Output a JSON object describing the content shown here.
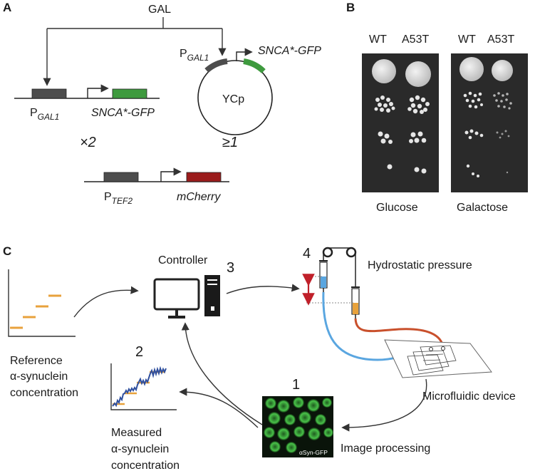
{
  "panel_a": {
    "letter": "A",
    "gal": "GAL",
    "promoter": "P",
    "promoter_sub": "GAL1",
    "gene": "SNCA*-GFP",
    "copies_integrated": "×2",
    "plasmid": "YCp",
    "plasmid_promoter": "P",
    "plasmid_promoter_sub": "GAL1",
    "plasmid_gene": "SNCA*-GFP",
    "copies_plasmid": "≥1",
    "ref_promoter": "P",
    "ref_promoter_sub": "TEF2",
    "ref_gene": "mCherry"
  },
  "panel_b": {
    "letter": "B",
    "glucose": {
      "col1": "WT",
      "col2": "A53T",
      "label": "Glucose"
    },
    "galactose": {
      "col1": "WT",
      "col2": "A53T",
      "label": "Galactose"
    }
  },
  "panel_c": {
    "letter": "C",
    "controller": "Controller",
    "step1": "1",
    "step2": "2",
    "step3": "3",
    "step4": "4",
    "hydrostatic": "Hydrostatic pressure",
    "reference_line1": "Reference",
    "reference_line2": "α-synuclein",
    "reference_line3": "concentration",
    "measured_line1": "Measured",
    "measured_line2": "α-synuclein",
    "measured_line3": "concentration",
    "microfluidic": "Microfluidic device",
    "image_processing": "Image processing",
    "micrograph_label": "αSyn-GFP"
  },
  "colors": {
    "promoter": "#4d4d4d",
    "gfp": "#3e9a3e",
    "mcherry": "#9b1c1c",
    "reference": "#e8a23c",
    "measured": "#2f4f9e",
    "tube_blue": "#5aa6e0",
    "tube_red": "#c9502c",
    "pressure_arrow": "#c0202a"
  }
}
